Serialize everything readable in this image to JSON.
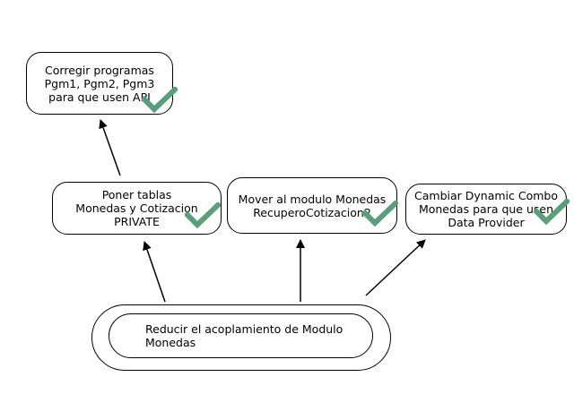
{
  "nodes": {
    "corregir": {
      "text": "Corregir programas\nPgm1, Pgm2, Pgm3\npara que usen API",
      "done": true
    },
    "poner": {
      "text": "Poner tablas\nMonedas y Cotizacion\nPRIVATE",
      "done": true
    },
    "mover": {
      "text": "Mover al modulo Monedas\nRecuperoCotizacion2",
      "done": true
    },
    "cambiar": {
      "text": "Cambiar Dynamic Combo\nMonedas para que usen\nData Provider",
      "done": true
    }
  },
  "goal": {
    "text": "Reducir el acoplamiento de Modulo\nMonedas"
  },
  "edges": [
    {
      "from": "goal",
      "to": "poner"
    },
    {
      "from": "goal",
      "to": "mover"
    },
    {
      "from": "goal",
      "to": "cambiar"
    },
    {
      "from": "poner",
      "to": "corregir"
    }
  ],
  "colors": {
    "check": "#5a9e7c",
    "line": "#000000",
    "border": "#000000"
  },
  "icons": {
    "done": "check-mark-icon"
  }
}
